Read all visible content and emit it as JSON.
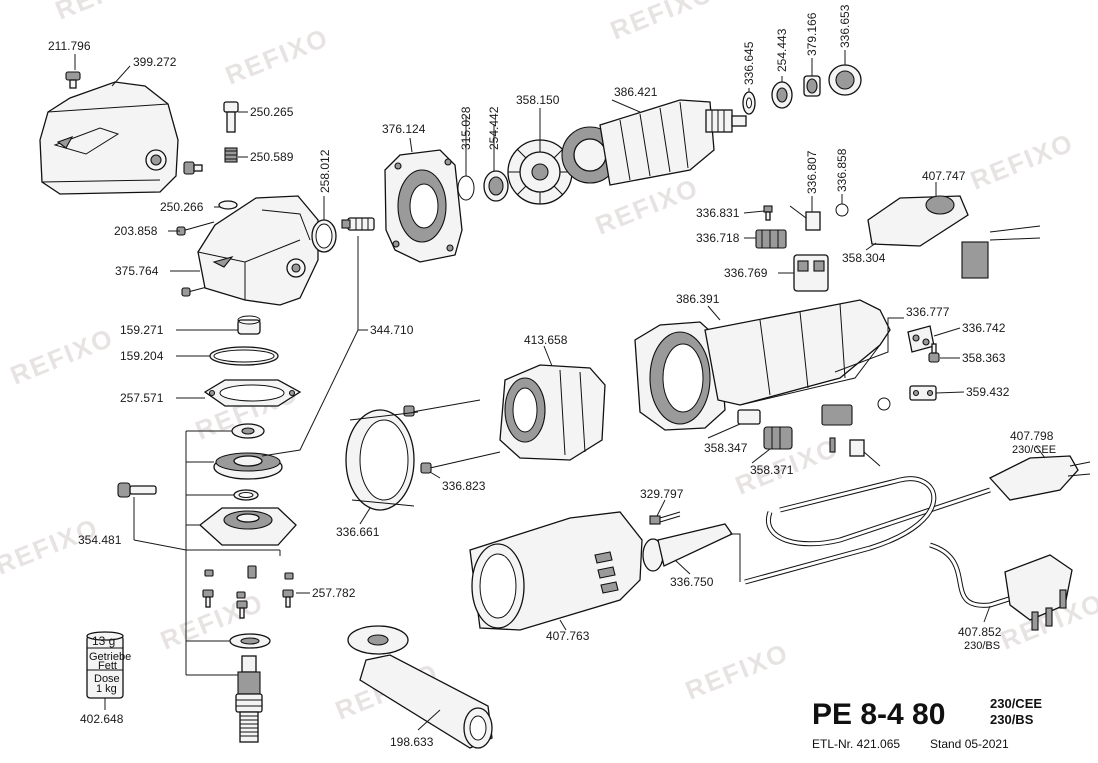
{
  "watermark": "REFIXO",
  "title": {
    "model": "PE 8-4 80",
    "variants": [
      "230/CEE",
      "230/BS"
    ],
    "etl": "ETL-Nr. 421.065",
    "stand": "Stand 05-2021"
  },
  "container": {
    "weight": "13 g",
    "content": [
      "Getriebe",
      "Fett"
    ],
    "unit": [
      "Dose",
      "1 kg"
    ]
  },
  "labels": [
    {
      "id": "211-796",
      "text": "211.796"
    },
    {
      "id": "399-272",
      "text": "399.272"
    },
    {
      "id": "250-265",
      "text": "250.265"
    },
    {
      "id": "250-589",
      "text": "250.589"
    },
    {
      "id": "250-266",
      "text": "250.266"
    },
    {
      "id": "203-858",
      "text": "203.858"
    },
    {
      "id": "375-764",
      "text": "375.764"
    },
    {
      "id": "159-271",
      "text": "159.271"
    },
    {
      "id": "159-204",
      "text": "159.204"
    },
    {
      "id": "257-571",
      "text": "257.571"
    },
    {
      "id": "354-481",
      "text": "354.481"
    },
    {
      "id": "257-782",
      "text": "257.782"
    },
    {
      "id": "402-648",
      "text": "402.648"
    },
    {
      "id": "258-012",
      "text": "258.012"
    },
    {
      "id": "376-124",
      "text": "376.124"
    },
    {
      "id": "315-028",
      "text": "315.028"
    },
    {
      "id": "254-442",
      "text": "254.442"
    },
    {
      "id": "358-150",
      "text": "358.150"
    },
    {
      "id": "386-421",
      "text": "386.421"
    },
    {
      "id": "336-645",
      "text": "336.645"
    },
    {
      "id": "254-443",
      "text": "254.443"
    },
    {
      "id": "379-166",
      "text": "379.166"
    },
    {
      "id": "336-653",
      "text": "336.653"
    },
    {
      "id": "344-710",
      "text": "344.710"
    },
    {
      "id": "336-831",
      "text": "336.831"
    },
    {
      "id": "336-807",
      "text": "336.807"
    },
    {
      "id": "336-858",
      "text": "336.858"
    },
    {
      "id": "407-747",
      "text": "407.747"
    },
    {
      "id": "336-718",
      "text": "336.718"
    },
    {
      "id": "358-304",
      "text": "358.304"
    },
    {
      "id": "336-769",
      "text": "336.769"
    },
    {
      "id": "386-391",
      "text": "386.391"
    },
    {
      "id": "336-777",
      "text": "336.777"
    },
    {
      "id": "336-742",
      "text": "336.742"
    },
    {
      "id": "358-363",
      "text": "358.363"
    },
    {
      "id": "359-432",
      "text": "359.432"
    },
    {
      "id": "413-658",
      "text": "413.658"
    },
    {
      "id": "358-347",
      "text": "358.347"
    },
    {
      "id": "358-371",
      "text": "358.371"
    },
    {
      "id": "336-823",
      "text": "336.823"
    },
    {
      "id": "336-661",
      "text": "336.661"
    },
    {
      "id": "329-797",
      "text": "329.797"
    },
    {
      "id": "336-750",
      "text": "336.750"
    },
    {
      "id": "407-763",
      "text": "407.763"
    },
    {
      "id": "198-633",
      "text": "198.633"
    },
    {
      "id": "407-798",
      "text": "407.798"
    },
    {
      "id": "407-798-variant",
      "text": "230/CEE"
    },
    {
      "id": "407-852",
      "text": "407.852"
    },
    {
      "id": "407-852-variant",
      "text": "230/BS"
    }
  ]
}
